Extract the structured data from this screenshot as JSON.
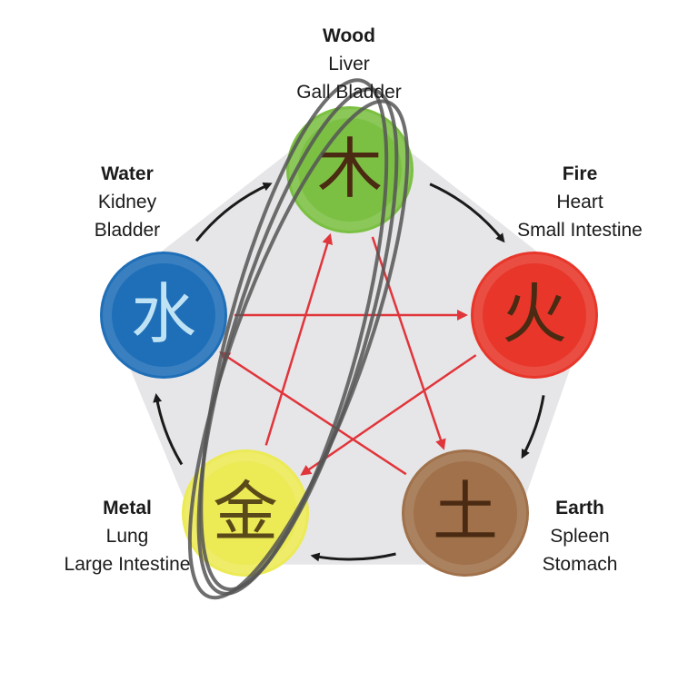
{
  "elements": [
    {
      "id": "wood",
      "name": "Wood",
      "organs": [
        "Liver",
        "Gall Bladder"
      ],
      "color": "#7bc043",
      "glyph": "木"
    },
    {
      "id": "fire",
      "name": "Fire",
      "organs": [
        "Heart",
        "Small Intestine"
      ],
      "color": "#e8362a",
      "glyph": "火"
    },
    {
      "id": "earth",
      "name": "Earth",
      "organs": [
        "Spleen",
        "Stomach"
      ],
      "color": "#a0714a",
      "glyph": "土"
    },
    {
      "id": "metal",
      "name": "Metal",
      "organs": [
        "Lung",
        "Large Intestine"
      ],
      "color": "#ecea55",
      "glyph": "金"
    },
    {
      "id": "water",
      "name": "Water",
      "organs": [
        "Kidney",
        "Bladder"
      ],
      "color": "#1f6fb8",
      "glyph": "水"
    }
  ],
  "generating_cycle": [
    "wood",
    "fire",
    "earth",
    "metal",
    "water"
  ],
  "controlling_cycle": [
    [
      "water",
      "fire"
    ],
    [
      "fire",
      "metal"
    ],
    [
      "metal",
      "wood"
    ],
    [
      "wood",
      "earth"
    ],
    [
      "earth",
      "water"
    ]
  ],
  "highlighted": [
    "wood",
    "metal"
  ],
  "colors": {
    "pentagon": "#e6e6e8",
    "cycle_arrow": "#1a1a1a",
    "control_arrow": "#e0353b",
    "highlight": "#555555"
  }
}
